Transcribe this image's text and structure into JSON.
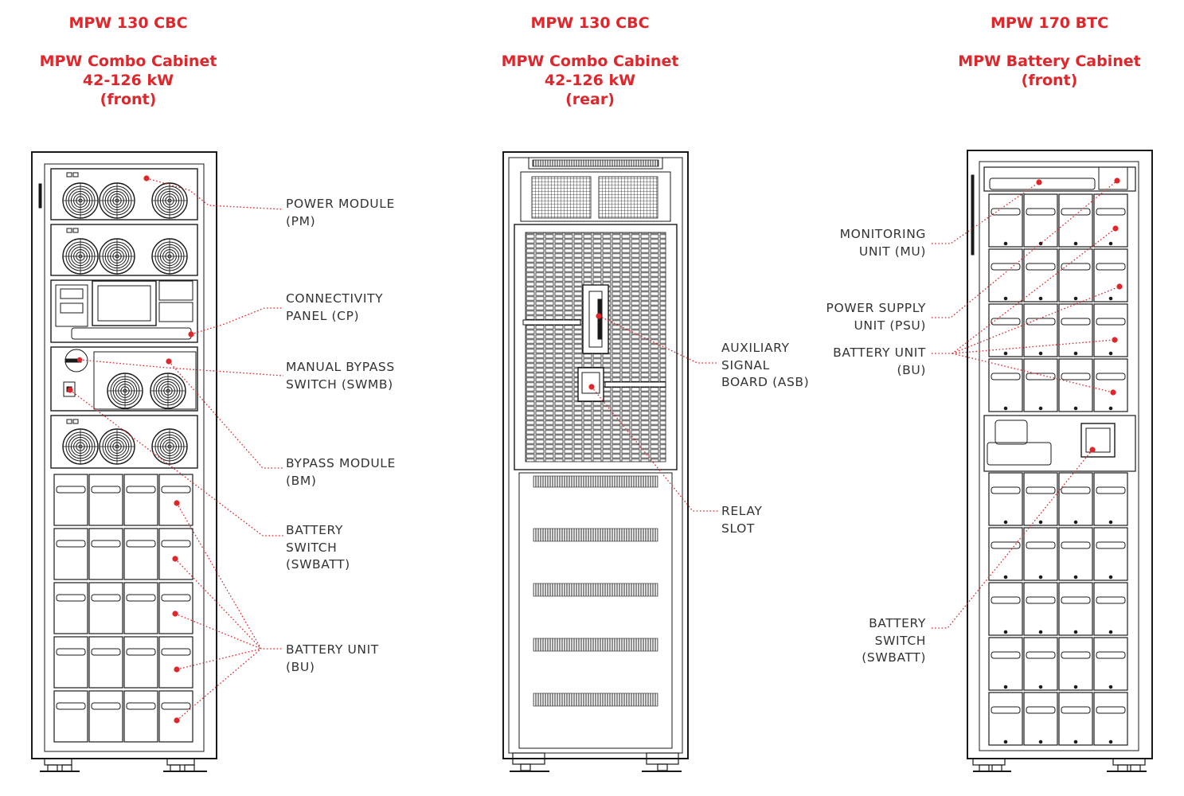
{
  "cabinets": [
    {
      "model": "MPW 130 CBC",
      "name": "MPW Combo Cabinet",
      "power": "42-126 kW",
      "view": "(front)"
    },
    {
      "model": "MPW 130 CBC",
      "name": "MPW Combo Cabinet",
      "power": "42-126 kW",
      "view": "(rear)"
    },
    {
      "model": "MPW 170 BTC",
      "name": "MPW Battery Cabinet",
      "power": "",
      "view": "(front)"
    }
  ],
  "labels": {
    "power_module": [
      "POWER MODULE",
      "(PM)"
    ],
    "connectivity_panel": [
      "CONNECTIVITY",
      "PANEL (CP)"
    ],
    "manual_bypass": [
      "MANUAL BYPASS",
      "SWITCH (SWMB)"
    ],
    "bypass_module": [
      "BYPASS MODULE",
      "(BM)"
    ],
    "battery_switch_left": [
      "BATTERY",
      "SWITCH",
      "(SWBATT)"
    ],
    "battery_unit_left": [
      "BATTERY UNIT",
      "(BU)"
    ],
    "aux_signal_board": [
      "AUXILIARY",
      "SIGNAL",
      "BOARD (ASB)"
    ],
    "relay_slot": [
      "RELAY",
      "SLOT"
    ],
    "monitoring_unit": [
      "MONITORING",
      "UNIT (MU)"
    ],
    "power_supply_unit": [
      "POWER SUPPLY",
      "UNIT (PSU)"
    ],
    "battery_unit_right": [
      "BATTERY UNIT",
      "(BU)"
    ],
    "battery_switch_right": [
      "BATTERY",
      "SWITCH",
      "(SWBATT)"
    ]
  },
  "accent_color": "#e0262b",
  "ink_color": "#1a1a1a"
}
